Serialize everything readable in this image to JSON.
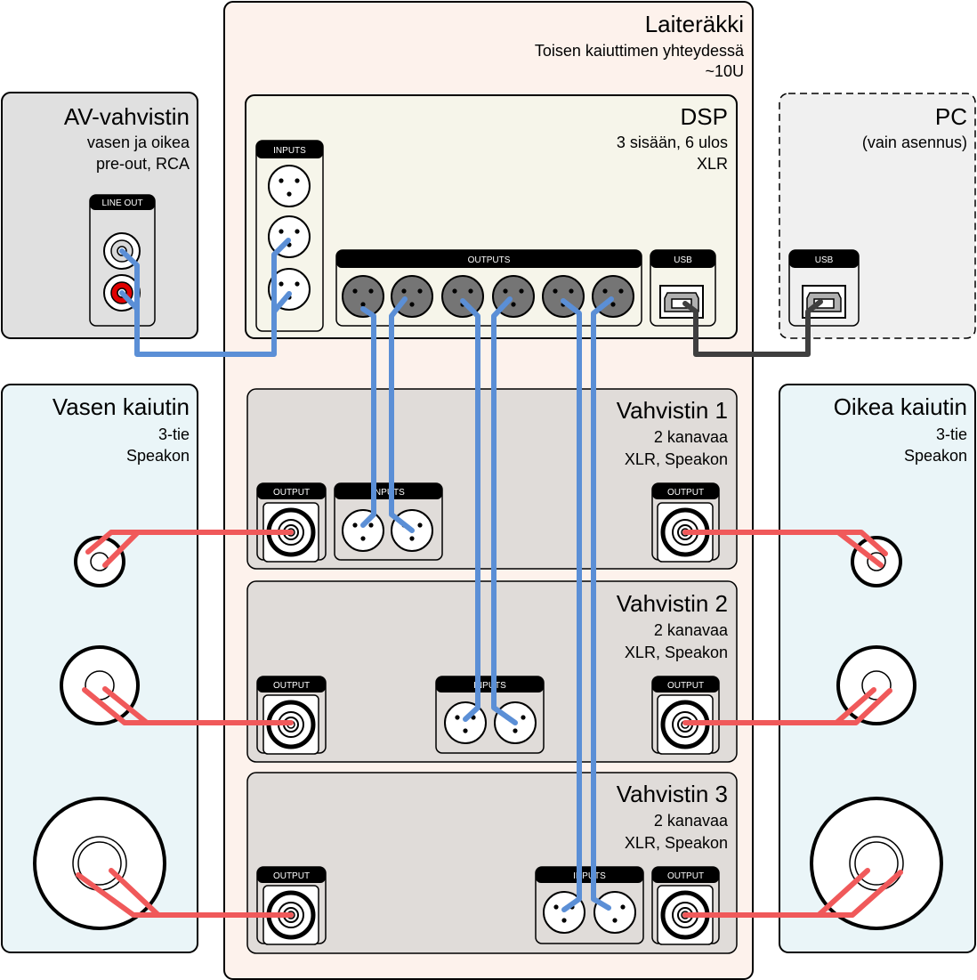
{
  "rack": {
    "title": "Laiteräkki",
    "line1": "Toisen kaiuttimen yhteydessä",
    "line2": "~10U"
  },
  "av": {
    "title": "AV-vahvistin",
    "line1": "vasen ja oikea",
    "line2": "pre-out, RCA",
    "port_label": "LINE OUT"
  },
  "pc": {
    "title": "PC",
    "line1": "(vain asennus)",
    "usb_label": "USB"
  },
  "dsp": {
    "title": "DSP",
    "line1": "3 sisään, 6 ulos",
    "line2": "XLR",
    "inputs_label": "INPUTS",
    "outputs_label": "OUTPUTS",
    "usb_label": "USB"
  },
  "left_speaker": {
    "title": "Vasen kaiutin",
    "line1": "3-tie",
    "line2": "Speakon"
  },
  "right_speaker": {
    "title": "Oikea kaiutin",
    "line1": "3-tie",
    "line2": "Speakon"
  },
  "amps": [
    {
      "title": "Vahvistin 1",
      "line1": "2 kanavaa",
      "line2": "XLR, Speakon",
      "inputs_label": "INPUTS",
      "output_label": "OUTPUT"
    },
    {
      "title": "Vahvistin 2",
      "line1": "2 kanavaa",
      "line2": "XLR, Speakon",
      "inputs_label": "INPUTS",
      "output_label": "OUTPUT"
    },
    {
      "title": "Vahvistin 3",
      "line1": "2 kanavaa",
      "line2": "XLR, Speakon",
      "inputs_label": "INPUTS",
      "output_label": "OUTPUT"
    }
  ],
  "colors": {
    "xlr_cable": "#5b8fd6",
    "speaker_cable": "#f0595a",
    "usb_cable": "#3f3f3f",
    "rack_bg": "#fdf2ec",
    "device_bg": "#e0dcd9",
    "dsp_bg": "#f6f5ea",
    "speaker_bg": "#eaf5f8",
    "pc_bg": "#f0f0f0"
  }
}
